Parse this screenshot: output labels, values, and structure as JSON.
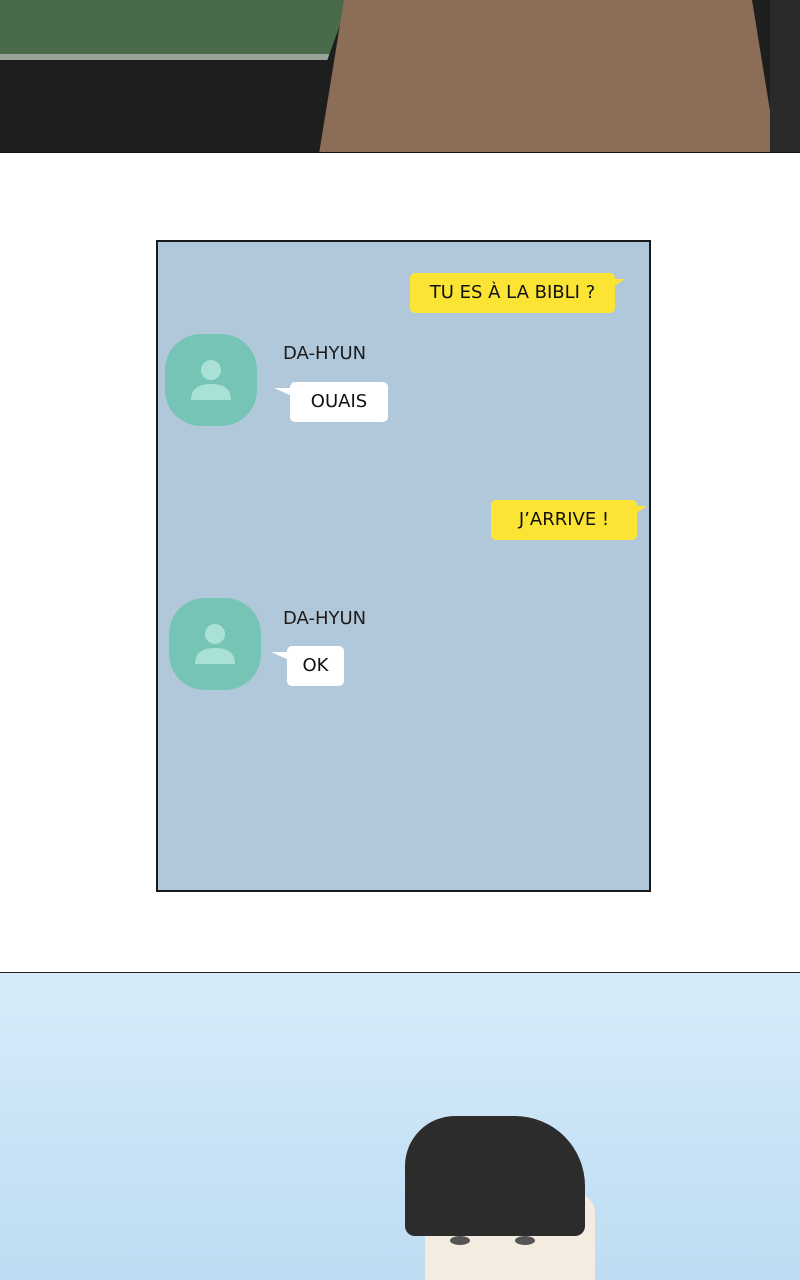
{
  "chat": {
    "messages": [
      {
        "sender": "me",
        "text": "TU ES À LA BIBLI ?"
      },
      {
        "sender": "DA-HYUN",
        "text": "OUAIS"
      },
      {
        "sender": "me",
        "text": "J’ARRIVE !"
      },
      {
        "sender": "DA-HYUN",
        "text": "OK"
      }
    ]
  },
  "colors": {
    "chat_bg": "#b1c7da",
    "my_bubble": "#fbe434",
    "avatar": "#76c4b5"
  }
}
